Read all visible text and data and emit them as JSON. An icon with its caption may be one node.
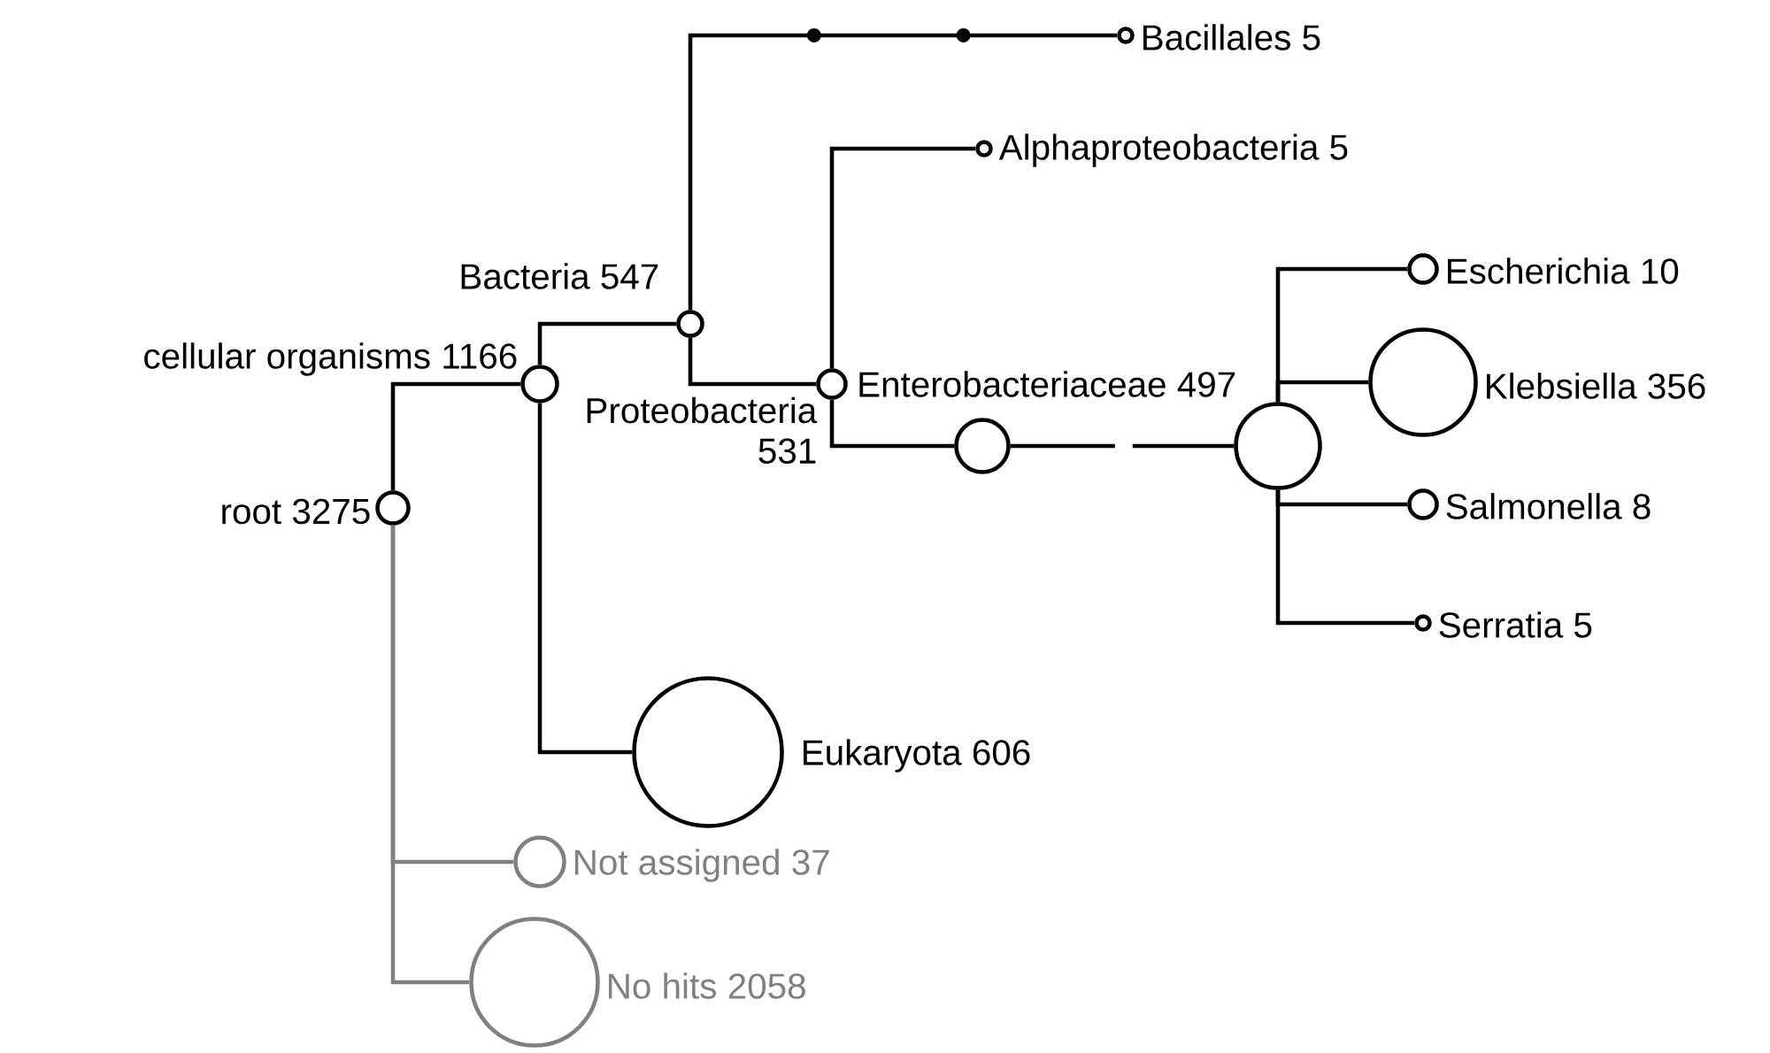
{
  "diagram": {
    "nodes": [
      {
        "text": [
          "root 3275"
        ]
      },
      {
        "text": [
          "cellular organisms 1166"
        ]
      },
      {
        "text": [
          "Bacteria 547"
        ]
      },
      {
        "text": [
          "Proteobacteria 531"
        ]
      },
      {
        "text": [],
        "shape": "circle"
      },
      {
        "text": [
          "Enterobacteriaceae 497"
        ]
      },
      {
        "text": [
          "Bacillales 5"
        ]
      },
      {
        "text": [
          "Alphaproteobacteria 5"
        ]
      },
      {
        "text": [
          "Escherichia 10"
        ]
      },
      {
        "text": [
          "Klebsiella 356"
        ]
      },
      {
        "text": [
          "Salmonella 8"
        ]
      },
      {
        "text": [
          "Serratia 5"
        ]
      },
      {
        "text": [
          "Eukaryota 606"
        ]
      },
      {
        "text": [
          "Not assigned 37"
        ]
      },
      {
        "text": [
          "No hits 2058"
        ]
      }
    ],
    "edges": [
      {
        "from": 0,
        "to": 1,
        "arrow": "none"
      },
      {
        "from": 1,
        "to": 2,
        "arrow": "none"
      },
      {
        "from": 1,
        "to": 12,
        "arrow": "none"
      },
      {
        "from": 2,
        "to": 6,
        "arrow": "none"
      },
      {
        "from": 2,
        "to": 3,
        "arrow": "none"
      },
      {
        "from": 3,
        "to": 7,
        "arrow": "none"
      },
      {
        "from": 3,
        "to": 4,
        "arrow": "none"
      },
      {
        "from": 4,
        "to": 5,
        "arrow": "none",
        "style": "dashed"
      },
      {
        "from": 5,
        "to": 8,
        "arrow": "none"
      },
      {
        "from": 5,
        "to": 9,
        "arrow": "none"
      },
      {
        "from": 5,
        "to": 10,
        "arrow": "none"
      },
      {
        "from": 5,
        "to": 11,
        "arrow": "none"
      },
      {
        "from": 0,
        "to": 13,
        "arrow": "none",
        "color": "#808080"
      },
      {
        "from": 0,
        "to": 14,
        "arrow": "none",
        "color": "#808080"
      }
    ]
  }
}
